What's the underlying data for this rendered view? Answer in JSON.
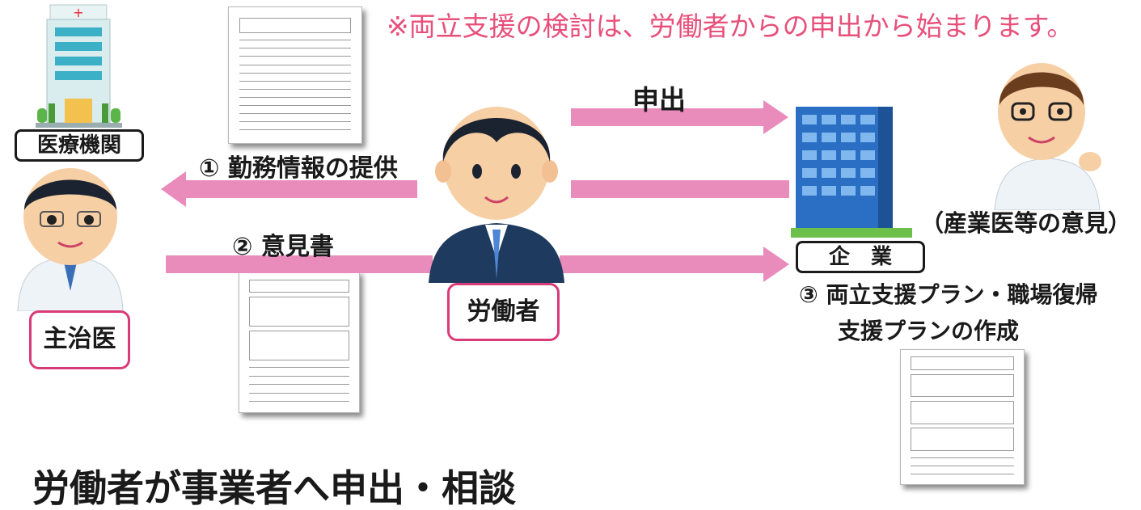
{
  "notice": "※両立支援の検討は、労働者からの申出から始まります。",
  "labels": {
    "medical_institution": "医療機関",
    "attending_doctor": "主治医",
    "worker": "労働者",
    "company": "企　業",
    "industrial_physician": "（産業医等の意見）"
  },
  "flows": {
    "request": "申出",
    "step1": "① 勤務情報の提供",
    "step2": "② 意見書",
    "step3_line1": "③ 両立支援プラン・職場復帰",
    "step3_line2": "支援プランの作成"
  },
  "bottom_heading": "労働者が事業者へ申出・相談",
  "colors": {
    "notice": "#e8507b",
    "arrow": "#e98cbc",
    "pink_border": "#d93a78",
    "building_blue": "#2a6fc4",
    "hospital_teal": "#3bb0c7"
  },
  "icons": [
    "hospital-icon",
    "doctor-icon",
    "worker-icon",
    "office-building-icon",
    "industrial-physician-icon",
    "document-icon"
  ]
}
